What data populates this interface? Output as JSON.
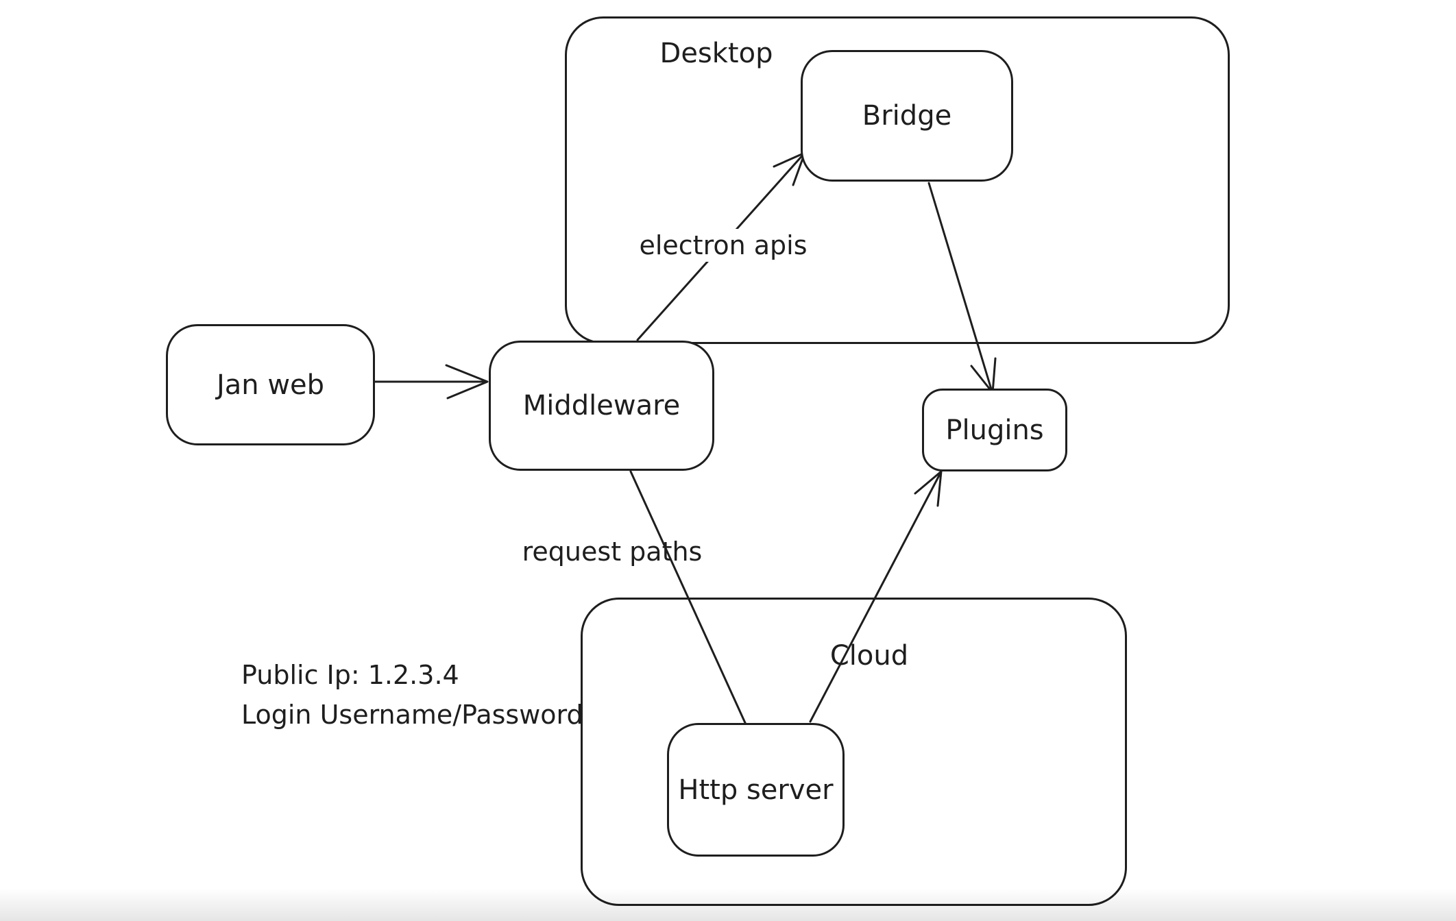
{
  "canvas": {
    "background_color": "#ffffff",
    "stroke_color": "#1e1e1e"
  },
  "containers": {
    "desktop": {
      "label": "Desktop"
    },
    "cloud": {
      "label": "Cloud"
    }
  },
  "nodes": {
    "jan_web": {
      "label": "Jan web"
    },
    "middleware": {
      "label": "Middleware"
    },
    "bridge": {
      "label": "Bridge"
    },
    "plugins": {
      "label": "Plugins"
    },
    "http_server": {
      "label": "Http server"
    }
  },
  "edges": {
    "janweb_to_middleware": {
      "label": ""
    },
    "middleware_to_bridge": {
      "label": "electron apis"
    },
    "bridge_to_plugins": {
      "label": ""
    },
    "middleware_to_http": {
      "label": "request paths"
    },
    "http_to_plugins": {
      "label": ""
    }
  },
  "notes": {
    "public_ip": "Public Ip: 1.2.3.4",
    "login": "Login Username/Password"
  }
}
